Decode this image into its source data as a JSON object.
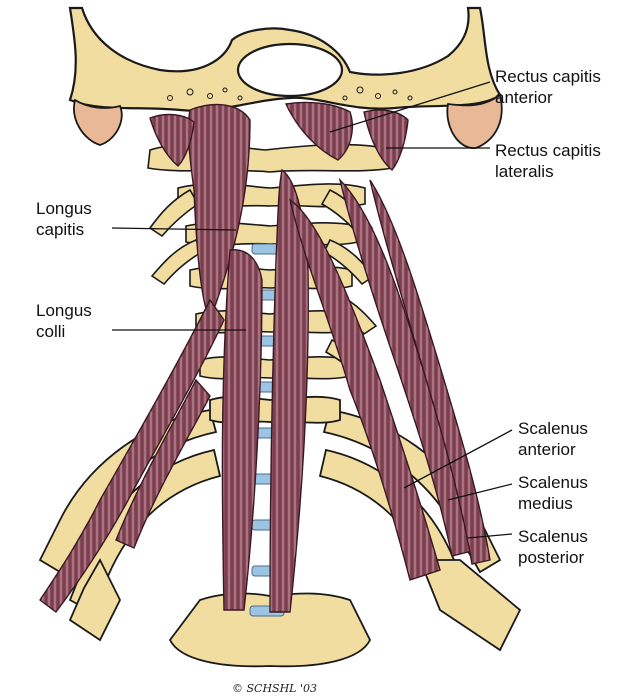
{
  "labels": {
    "rectus_capitis_anterior": [
      "Rectus capitis",
      "anterior"
    ],
    "rectus_capitis_lateralis": [
      "Rectus capitis",
      "lateralis"
    ],
    "longus_capitis": [
      "Longus",
      "capitis"
    ],
    "longus_colli": [
      "Longus",
      "colli"
    ],
    "scalenus_anterior": [
      "Scalenus",
      "anterior"
    ],
    "scalenus_medius": [
      "Scalenus",
      "medius"
    ],
    "scalenus_posterior": [
      "Scalenus",
      "posterior"
    ]
  },
  "signature": "© SCHSHL '03",
  "colors": {
    "bone": "#f2dda0",
    "bone_outline": "#1a1a1a",
    "cartilage": "#e8b897",
    "muscle": "#8a4a5a",
    "muscle_light": "#c89aa3",
    "disc": "#9cc4e4"
  }
}
